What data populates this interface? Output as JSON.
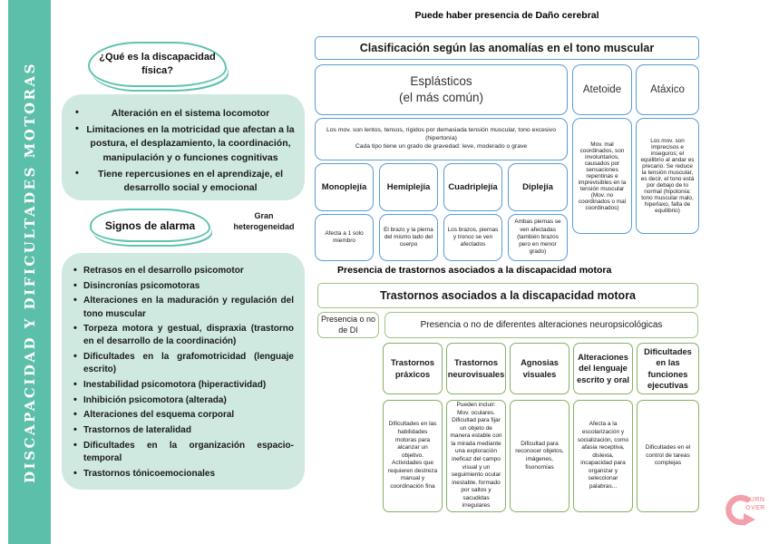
{
  "sidebar": {
    "title": "DISCAPACIDAD Y DIFICULTADES MOTORAS"
  },
  "left": {
    "bubble_what": "¿Qué es la discapacidad física?",
    "definition_items": [
      "Alteración en el sistema locomotor",
      "Limitaciones en la motricidad que afectan a la postura, el desplazamiento, la coordinación, manipulación y o funciones cognitivas",
      "Tiene repercusiones en el aprendizaje, el desarrollo social y emocional"
    ],
    "bubble_alarm": "Signos de alarma",
    "heterogeneity": "Gran heterogeneidad",
    "alarm_items": [
      "Retrasos en el desarrollo psicomotor",
      "Disincronías psicomotoras",
      "Alteraciones en la maduración y regulación del tono muscular",
      "Torpeza motora y gestual, dispraxia (trastorno en el desarrollo de la coordinación)",
      "Dificultades en la grafomotricidad (lenguaje escrito)",
      "Inestabilidad psicomotora (hiperactividad)",
      "Inhibición psicomotora (alterada)",
      "Alteraciones del esquema corporal",
      "Trastornos de lateralidad",
      "Dificultades en la organización espacio-temporal",
      "Trastornos tónicoemocionales"
    ]
  },
  "classification": {
    "top_note": "Puede haber presencia de Daño cerebral",
    "title": "Clasificación según las anomalías en el tono muscular",
    "spastic": {
      "name": "Esplásticos",
      "name_sub": "(el más común)",
      "desc": "Los mov. son lentos, tensos, rígidos por demasiada tensión muscular, tono excesivo (hipertonía)",
      "desc2": "Cada tipo tiene un grado de gravedad: leve, moderado o grave",
      "subtypes": [
        {
          "name": "Monoplejía",
          "desc": "Afecta a 1 solo miembro"
        },
        {
          "name": "Hemiplejía",
          "desc": "El brazo y la pierna del mismo lado del cuerpo"
        },
        {
          "name": "Cuadriplejía",
          "desc": "Los brazos, piernas y tronco se ven afectados"
        },
        {
          "name": "Diplejía",
          "desc": "Ambas piernas se ven afectadas (también brazos pero en menor grado)"
        }
      ]
    },
    "athetoid": {
      "name": "Atetoide",
      "desc": "Mov. mal coordinados, son involuntarios, causados por sensaciones repentinas e imprevisibles en la tensión muscular (Mov. no coordinados o mal coordinados)"
    },
    "ataxic": {
      "name": "Atáxico",
      "desc": "Los mov. son imprecisos e inseguros; el equilibrio al andar es precario. Se reduce la tensión muscular, es decir, el tono está por debajo de lo normal (hipotonía: tono muscular malo, hiperlaxo, falta de equilibrio)"
    }
  },
  "associated": {
    "top_note": "Presencia de trastornos asociados a la discapacidad motora",
    "title": "Trastornos asociados a la discapacidad motora",
    "di_box": "Presencia o no de DI",
    "neuro_box": "Presencia o no de diferentes alteraciones neuropsicológicas",
    "columns": [
      {
        "title": "Trastornos práxicos",
        "desc": "Dificultades en las habilidades motoras para alcanzar un objetivo. Actividades que requieren destreza manual y coordinación fina"
      },
      {
        "title": "Trastornos neurovisuales",
        "desc": "Pueden incluir: Mov. oculares. Dificultad para fijar un objeto de manera estable con la mirada mediante una exploración ineficaz del campo visual y un seguimiento ocular inestable, formado por saltos y sacudidas irregulares"
      },
      {
        "title": "Agnosias visuales",
        "desc": "Dificultad para reconocer objetos, imágenes, fisonomías"
      },
      {
        "title": "Alteraciones del lenguaje escrito y oral",
        "desc": "Afecta a la escolarización y socialización, como afasia receptiva, dislexia, incapacidad para organizar y seleccionar palabras..."
      },
      {
        "title": "Dificultades en las funciones ejecutivas",
        "desc": "Dificultades en el control de tareas complejas"
      }
    ]
  },
  "watermark": {
    "label": "TURN OVER"
  },
  "colors": {
    "teal": "#5cbfa9",
    "mint": "#cfe9e0",
    "bubble_border": "#5fc3ae",
    "blue": "#5b9bd5",
    "green": "#84b164",
    "green_light": "#9cc47f",
    "pink": "#f2a0ab"
  }
}
